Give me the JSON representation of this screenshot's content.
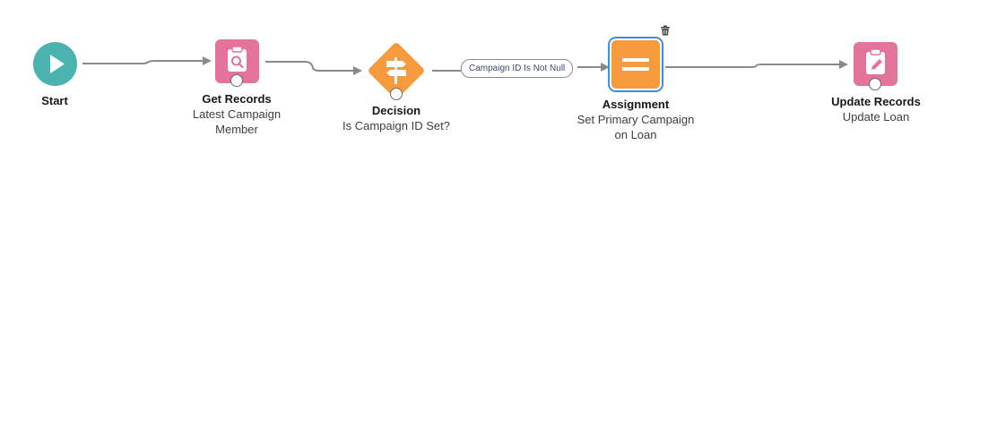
{
  "nodes": {
    "start": {
      "type": "Start"
    },
    "get_records": {
      "type": "Get Records",
      "name": "Latest Campaign Member"
    },
    "decision": {
      "type": "Decision",
      "name": "Is Campaign ID Set?"
    },
    "assignment": {
      "type": "Assignment",
      "name": "Set Primary Campaign on Loan"
    },
    "update_records": {
      "type": "Update Records",
      "name": "Update Loan"
    }
  },
  "connector_label": "Campaign ID Is Not Null",
  "icons": {
    "start": "play-icon",
    "get_records": "record-lookup-icon",
    "decision": "decision-signpost-icon",
    "assignment": "equals-icon",
    "update_records": "record-update-icon",
    "delete": "trash-icon"
  },
  "colors": {
    "start": "#4ab3b0",
    "record": "#e3739b",
    "logic": "#f59a3d",
    "selected_border": "#3b8fe0",
    "connector": "#8a8a8a"
  }
}
